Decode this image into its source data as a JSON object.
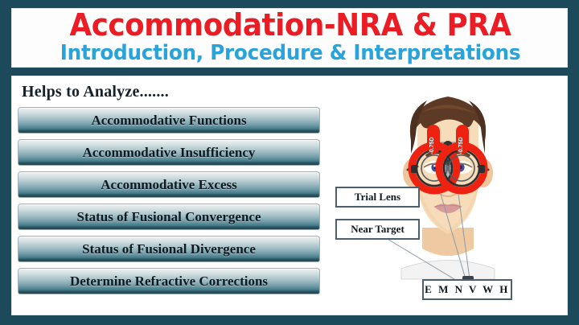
{
  "theme": {
    "border_color": "#1d4a5a",
    "title_red": "#ec1c24",
    "title_blue": "#29a3dc",
    "button_dark": "#2a5e6c",
    "callout_border": "#4a5f70",
    "frame_red": "#ee2211",
    "hair_brown": "#5d3a26",
    "skin": "#f6d7b4",
    "lips": "#d79b9b",
    "iris_blue": "#3f4f9e"
  },
  "title": {
    "main": "Accommodation-NRA & PRA",
    "subtitle": "Introduction, Procedure & Interpretations"
  },
  "main": {
    "section_label": "Helps to  Analyze.......",
    "items": [
      {
        "label": "Accommodative Functions"
      },
      {
        "label": "Accommodative Insufficiency"
      },
      {
        "label": "Accommodative Excess"
      },
      {
        "label": "Status of Fusional Convergence"
      },
      {
        "label": "Status of Fusional Divergence"
      },
      {
        "label": "Determine Refractive Corrections"
      }
    ]
  },
  "illustration": {
    "alt": "patient-wearing-trial-frame-viewing-near-target",
    "callouts": [
      {
        "id": "trial-lens",
        "label": "Trial Lens"
      },
      {
        "id": "near-target",
        "label": "Near Target"
      },
      {
        "id": "near-chart",
        "label": "E M N V W H"
      }
    ],
    "lens_dial_text": "-0.75D"
  }
}
